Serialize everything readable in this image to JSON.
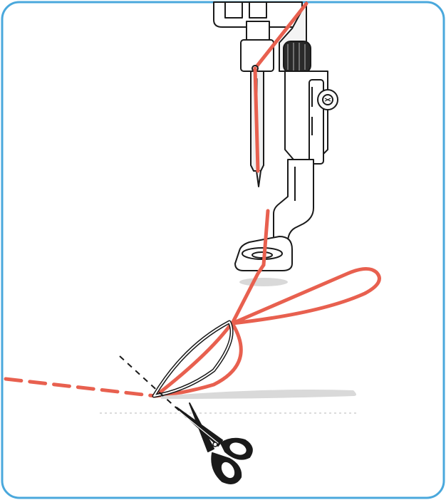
{
  "figure": {
    "frame_color": "#4aa8dc",
    "thread_color": "#e8604f",
    "line_color": "#1a1a1a",
    "shadow_color": "#d9d9d9",
    "parts": [
      "machine-needle",
      "presser-foot",
      "thread",
      "threader-loop",
      "cut-line",
      "scissors-icon",
      "thread-end-dashed"
    ]
  }
}
